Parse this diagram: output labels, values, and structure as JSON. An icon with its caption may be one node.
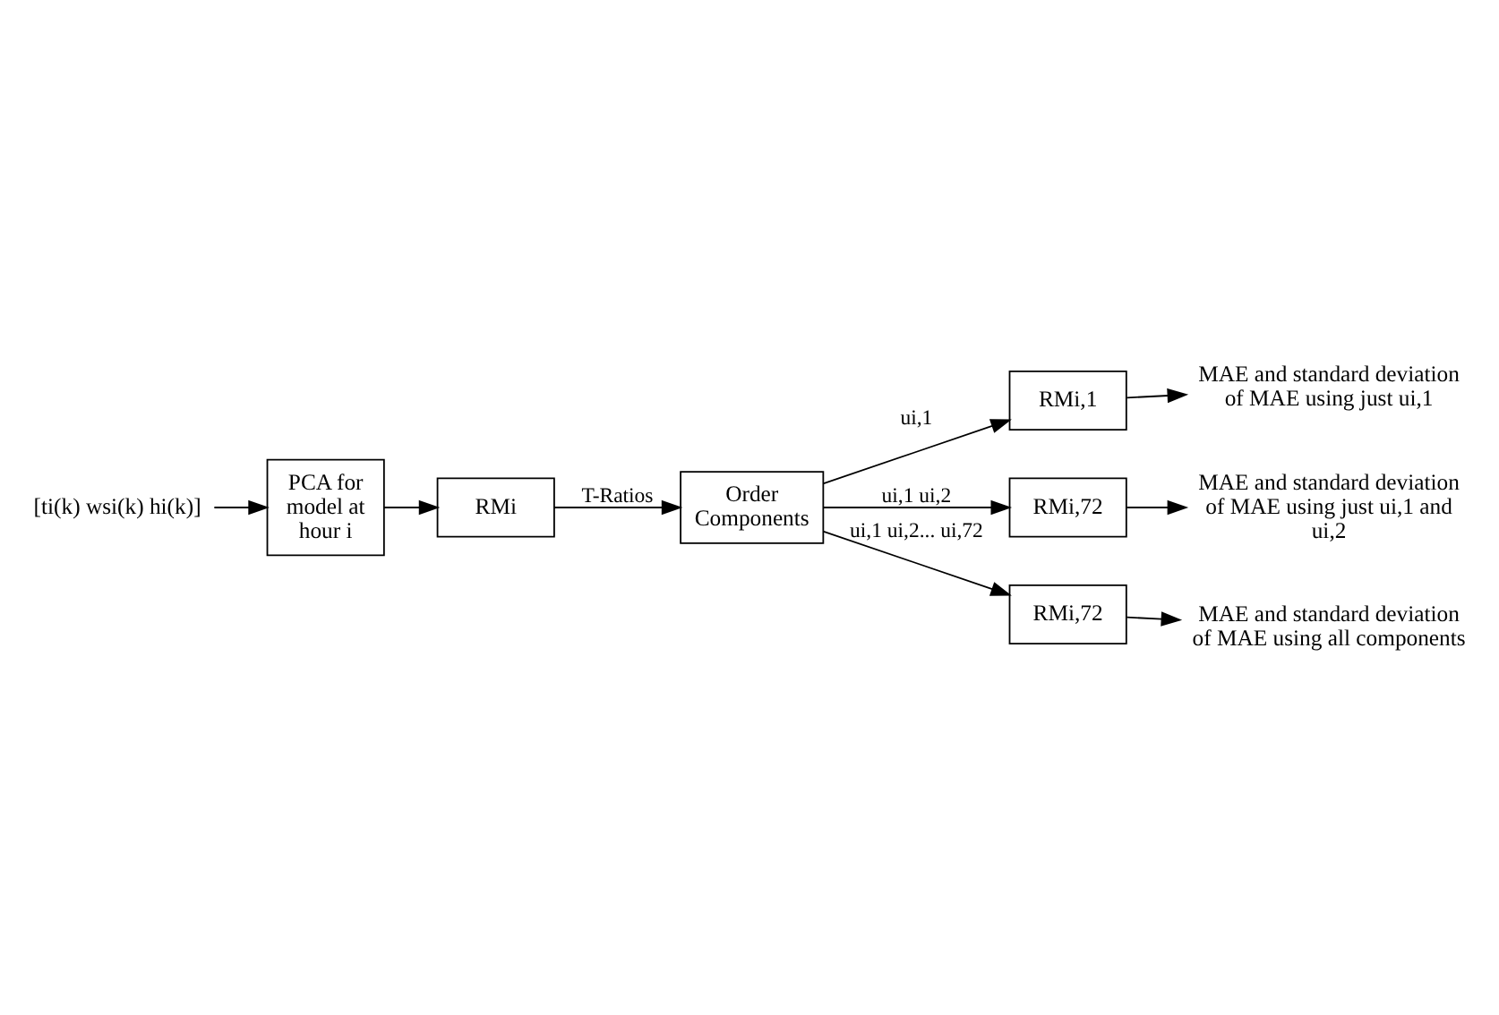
{
  "diagram": {
    "nodes": [
      {
        "text": [
          "[ti(k) wsi(k) hi(k)]"
        ]
      },
      {
        "text": [
          "PCA for model at hour i"
        ]
      },
      {
        "text": [
          "RMi"
        ]
      },
      {
        "text": [
          "Order Components"
        ]
      },
      {
        "text": [
          "RMi,1"
        ]
      },
      {
        "text": [
          "RMi,72"
        ]
      },
      {
        "text": [
          "RMi,72"
        ]
      },
      {
        "text": [
          "MAE and standard deviation of MAE using just ui,1"
        ]
      },
      {
        "text": [
          "MAE and standard deviation of MAE using just ui,1 and ui,2"
        ]
      },
      {
        "text": [
          "MAE and standard deviation of MAE using all components"
        ]
      }
    ],
    "edges": [
      {
        "from": 0,
        "to": 1,
        "arrow": "to"
      },
      {
        "from": 1,
        "to": 2,
        "arrow": "to"
      },
      {
        "from": 2,
        "to": 3,
        "arrow": "to",
        "label": "T-Ratios"
      },
      {
        "from": 3,
        "to": 4,
        "arrow": "to",
        "label": "ui,1"
      },
      {
        "from": 3,
        "to": 5,
        "arrow": "to",
        "label": "ui,1 ui,2"
      },
      {
        "from": 3,
        "to": 6,
        "arrow": "to",
        "label": "ui,1 ui,2... ui,72"
      },
      {
        "from": 4,
        "to": 7,
        "arrow": "to"
      },
      {
        "from": 5,
        "to": 8,
        "arrow": "to"
      },
      {
        "from": 6,
        "to": 9,
        "arrow": "to"
      }
    ]
  }
}
